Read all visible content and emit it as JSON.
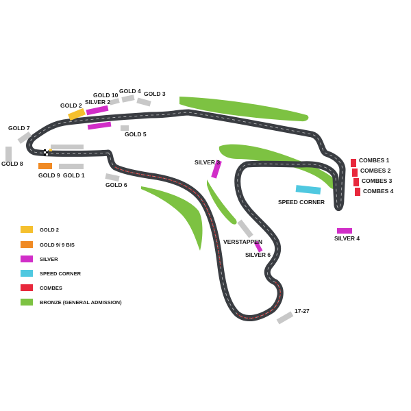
{
  "colors": {
    "gold2": "#f5c02e",
    "gold9": "#f08a24",
    "silver": "#d12ec8",
    "speed_corner": "#4fc8e0",
    "combes": "#e8283c",
    "bronze": "#7dc242",
    "grey_stand": "#c8c8c8",
    "track": "#3a3d42",
    "kerb": "#d23a3a"
  },
  "labels": {
    "gold2": "GOLD 2",
    "gold10": "GOLD 10",
    "silver2": "SILVER 2",
    "gold4": "GOLD 4",
    "gold3": "GOLD 3",
    "gold5": "GOLD 5",
    "gold7": "GOLD 7",
    "gold8": "GOLD 8",
    "gold9": "GOLD 9",
    "gold1": "GOLD 1",
    "gold6": "GOLD 6",
    "silver3": "SILVER 3",
    "combes1": "COMBES 1",
    "combes2": "COMBES 2",
    "combes3": "COMBES 3",
    "combes4": "COMBES 4",
    "speed_corner": "SPEED CORNER",
    "silver4": "SILVER 4",
    "verstappen": "VERSTAPPEN",
    "silver6": "SILVER 6",
    "stands_17_27": "17-27"
  },
  "legend": [
    {
      "label": "GOLD 2",
      "color": "#f5c02e"
    },
    {
      "label": "GOLD 9/ 9 BIS",
      "color": "#f08a24"
    },
    {
      "label": "SILVER",
      "color": "#d12ec8"
    },
    {
      "label": "SPEED CORNER",
      "color": "#4fc8e0"
    },
    {
      "label": "COMBES",
      "color": "#e8283c"
    },
    {
      "label": "BRONZE (GENERAL ADMISSION)",
      "color": "#7dc242"
    }
  ]
}
